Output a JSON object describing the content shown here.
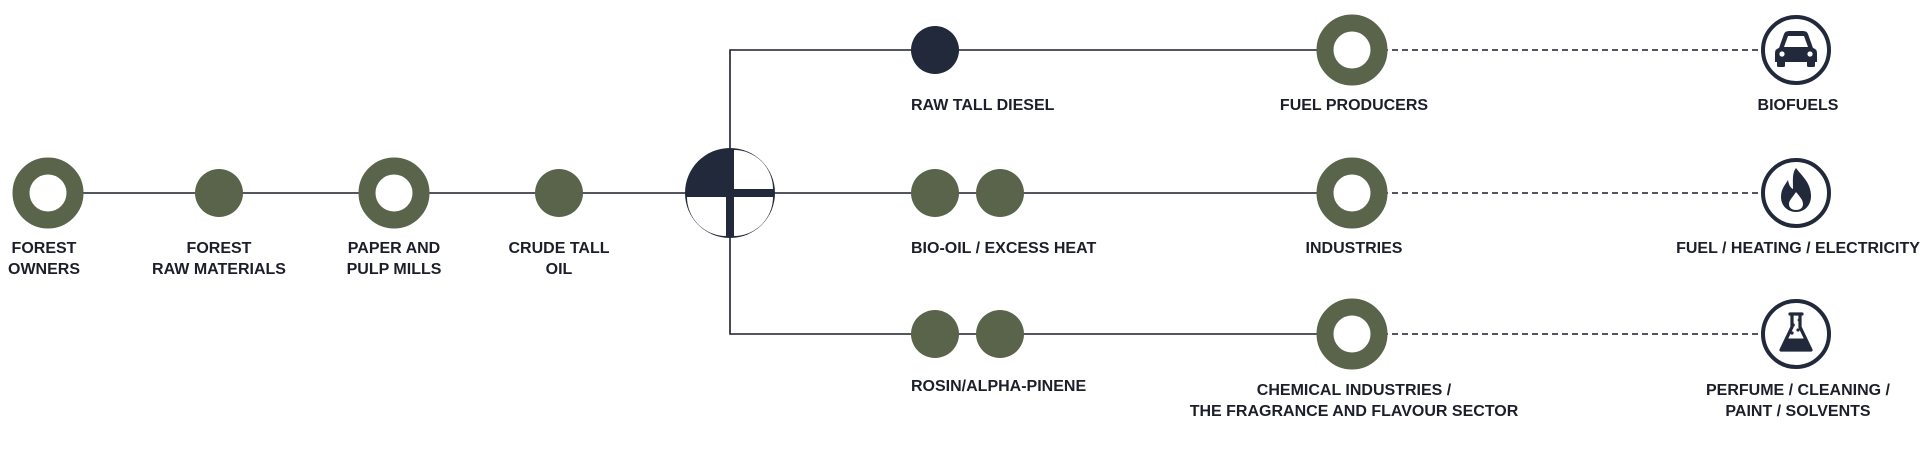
{
  "colors": {
    "green": "#59644b",
    "navy": "#22293a",
    "line": "#1c1f2a",
    "text": "#1c1f2a",
    "white": "#ffffff"
  },
  "chain": [
    {
      "id": "forest-owners",
      "lines": [
        "FOREST",
        "OWNERS"
      ],
      "kind": "ring"
    },
    {
      "id": "forest-raw-materials",
      "lines": [
        "FOREST",
        "RAW MATERIALS"
      ],
      "kind": "dot"
    },
    {
      "id": "paper-pulp-mills",
      "lines": [
        "PAPER AND",
        "PULP MILLS"
      ],
      "kind": "ring"
    },
    {
      "id": "crude-tall-oil",
      "lines": [
        "CRUDE TALL",
        "OIL"
      ],
      "kind": "dot"
    }
  ],
  "hub": {
    "name": "refinery-logo-icon"
  },
  "branches": [
    {
      "product": {
        "lines": [
          "RAW TALL DIESEL"
        ],
        "dots": 1,
        "dot_color": "navy"
      },
      "consumer": {
        "lines": [
          "FUEL PRODUCERS"
        ]
      },
      "end_use": {
        "lines": [
          "BIOFUELS"
        ],
        "icon": "car-icon"
      }
    },
    {
      "product": {
        "lines": [
          "BIO-OIL / EXCESS HEAT"
        ],
        "dots": 2,
        "dot_color": "green"
      },
      "consumer": {
        "lines": [
          "INDUSTRIES"
        ]
      },
      "end_use": {
        "lines": [
          "FUEL / HEATING / ELECTRICITY"
        ],
        "icon": "flame-icon"
      }
    },
    {
      "product": {
        "lines": [
          "ROSIN/ALPHA-PINENE"
        ],
        "dots": 2,
        "dot_color": "green"
      },
      "consumer": {
        "lines": [
          "CHEMICAL INDUSTRIES /",
          "THE FRAGRANCE AND FLAVOUR SECTOR"
        ]
      },
      "end_use": {
        "lines": [
          "PERFUME / CLEANING /",
          "PAINT / SOLVENTS"
        ],
        "icon": "flask-icon"
      }
    }
  ]
}
